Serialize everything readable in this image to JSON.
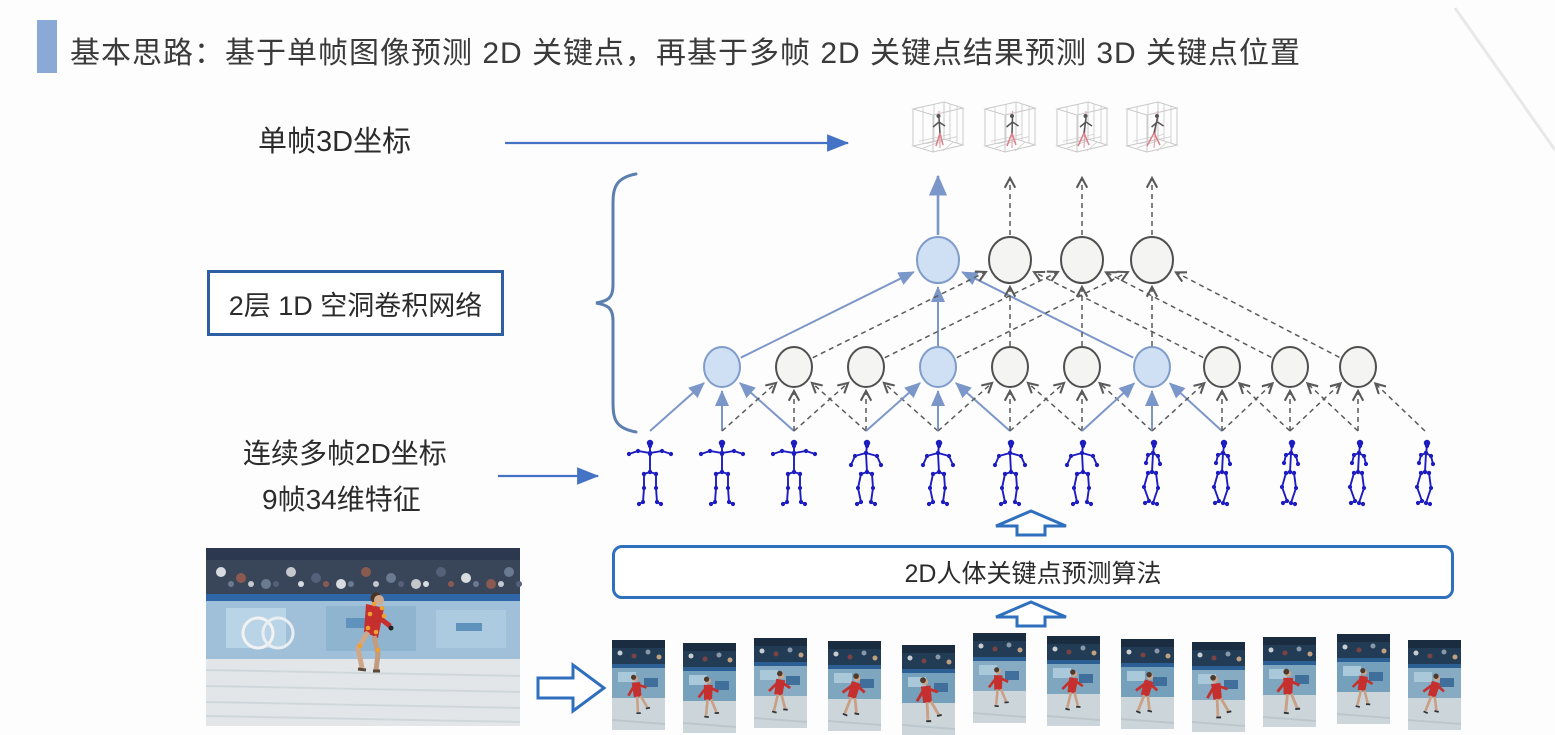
{
  "title": "基本思路：基于单帧图像预测 2D 关键点，再基于多帧 2D 关键点结果预测 3D 关键点位置",
  "labels": {
    "output3d": "单帧3D坐标",
    "network_box": "2层 1D 空洞卷积网络",
    "input_line1": "连续多帧2D坐标",
    "input_line2": "9帧34维特征",
    "algorithm_box": "2D人体关键点预测算法"
  },
  "diagram": {
    "top_nodes": {
      "count": 4,
      "highlighted": [
        0
      ]
    },
    "mid_nodes": {
      "count": 10,
      "highlighted": [
        0,
        3,
        6
      ]
    },
    "skeleton_count": 12,
    "pose3d_count": 4,
    "frame_count": 12,
    "kernel_size": 3
  },
  "colors": {
    "accent_bar": "#8aa9d6",
    "title_text": "#3a3a3a",
    "box_border": "#2e5fa3",
    "arrow_blue": "#7b96c8",
    "arrow_label": "#4472c4",
    "node_blue_fill": "#cfe0f5",
    "node_blue_stroke": "#7f9cc9",
    "node_gray_fill": "#f4f4f2",
    "node_gray_stroke": "#4f4f4f",
    "dash_gray": "#5a5a5a",
    "skeleton_blue": "#1c1cc0",
    "block_arrow_stroke": "#2e6fbe",
    "brace": "#5b7fae"
  }
}
